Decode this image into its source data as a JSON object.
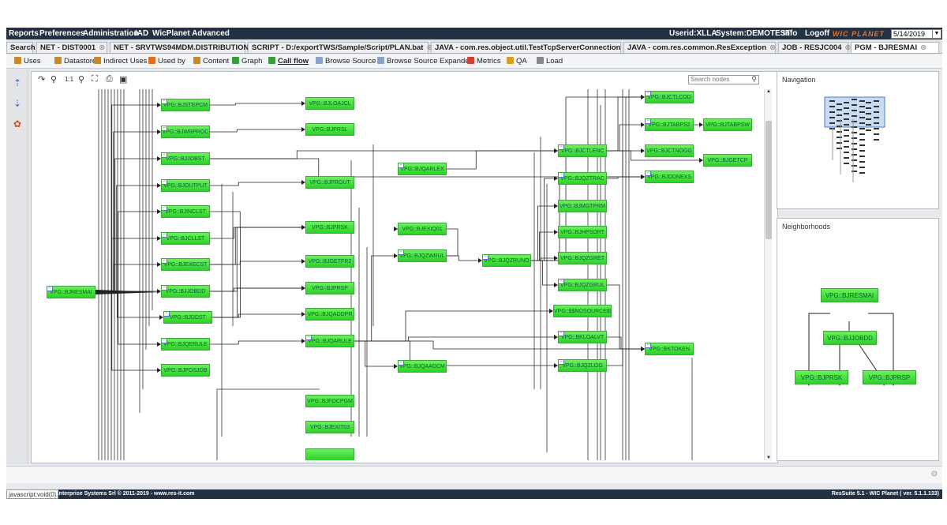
{
  "menu": {
    "reports": "Reports",
    "preferences": "Preferences",
    "administration": "Administration",
    "iad": "IAD",
    "wicplanet_adv": "WicPlanet Advanced",
    "userid": "Userid:XLLA",
    "system": "System:DEMOTEST",
    "info": "Info",
    "logoff": "Logoff",
    "logo": "WIC PLANET",
    "date": "5/14/2019"
  },
  "tabs": [
    {
      "label": "Search",
      "close": false
    },
    {
      "label": "NET - DIST0001",
      "close": true
    },
    {
      "label": "NET - SRVTWS94MDM.DISTRIBUTION",
      "close": true
    },
    {
      "label": "SCRIPT - D:/exportTWS/Sample/Script/PLAN.bat",
      "close": true
    },
    {
      "label": "JAVA - com.res.object.util.TestTcpServerConnection",
      "close": true
    },
    {
      "label": "JAVA - com.res.common.ResException",
      "close": true
    },
    {
      "label": "JOB - RESJC004",
      "close": true
    },
    {
      "label": "PGM - BJRESMAI",
      "close": true
    }
  ],
  "toolbar": [
    {
      "label": "Uses",
      "icon": "uses-icon",
      "color": "#c7882c"
    },
    {
      "label": "Datastore",
      "icon": "datastore-icon",
      "color": "#c7882c"
    },
    {
      "label": "Indirect Uses",
      "icon": "indirect-uses-icon",
      "color": "#c7882c"
    },
    {
      "label": "Used by",
      "icon": "used-by-icon",
      "color": "#e0701e"
    },
    {
      "label": "Content",
      "icon": "content-icon",
      "color": "#c7882c"
    },
    {
      "label": "Graph",
      "icon": "graph-icon",
      "color": "#3c9a3c"
    },
    {
      "label": "Call flow",
      "icon": "call-flow-icon",
      "color": "#3c9a3c"
    },
    {
      "label": "Browse Source",
      "icon": "browse-source-icon",
      "color": "#8aa3c9"
    },
    {
      "label": "Browse Source Expanded",
      "icon": "browse-source-expanded-icon",
      "color": "#8aa3c9"
    },
    {
      "label": "Metrics",
      "icon": "metrics-icon",
      "color": "#d04030"
    },
    {
      "label": "QA",
      "icon": "qa-icon",
      "color": "#d6a020"
    },
    {
      "label": "Load",
      "icon": "load-icon",
      "color": "#888888"
    }
  ],
  "graph": {
    "search_placeholder": "Search nodes",
    "zoom_label": "1:1",
    "nodes": [
      {
        "id": "BJRESMAI",
        "label": "VPG::BJRESMAI"
      },
      {
        "id": "BJSTEPCM",
        "label": "VPG::BJSTEPCM"
      },
      {
        "id": "BJWRPROC",
        "label": "VPG::BJWRPROC"
      },
      {
        "id": "BJJOBST",
        "label": "VPG::BJJOBST"
      },
      {
        "id": "BJOUTPUT",
        "label": "VPG::BJOUTPUT"
      },
      {
        "id": "BJINCLST",
        "label": "VPG::BJINCLST"
      },
      {
        "id": "BJCLLST",
        "label": "VPG::BJCLLST"
      },
      {
        "id": "BJEXECST",
        "label": "VPG::BJEXECST"
      },
      {
        "id": "BJJOBDD",
        "label": "VPG::BJJOBDD"
      },
      {
        "id": "BJDDST",
        "label": "VPG::BJDDST"
      },
      {
        "id": "BJQERULE",
        "label": "VPG::BJQERULE"
      },
      {
        "id": "BJPOSJOB",
        "label": "VPG::BJPOSJOB"
      },
      {
        "id": "BJLOAJCL",
        "label": "VPG::BJLOAJCL"
      },
      {
        "id": "BJPRSL",
        "label": "VPG::BJPRSL"
      },
      {
        "id": "BJPROUT",
        "label": "VPG::BJPROUT"
      },
      {
        "id": "BJPRSK",
        "label": "VPG::BJPRSK"
      },
      {
        "id": "BJGETFR2",
        "label": "VPG::BJGETFR2"
      },
      {
        "id": "BJPRSP",
        "label": "VPG::BJPRSP"
      },
      {
        "id": "BJQADDPR",
        "label": "VPG::BJQADDPR"
      },
      {
        "id": "BJQARULE",
        "label": "VPG::BJQARULE"
      },
      {
        "id": "BJFOCPGM",
        "label": "VPG::BJFOCPGM"
      },
      {
        "id": "BJEXIT03",
        "label": "VPG::BJEXIT03"
      },
      {
        "id": "BJQARLEX",
        "label": "VPG::BJQARLEX"
      },
      {
        "id": "BJEXIQ01",
        "label": "VPG::BJEXIQ01"
      },
      {
        "id": "BJQZWRUL",
        "label": "VPG::BJQZWRUL"
      },
      {
        "id": "BJQAADCM",
        "label": "VPG::BJQAADCM"
      },
      {
        "id": "BJQZRUNO",
        "label": "VPG::BJQZRUNO"
      },
      {
        "id": "BJCTLENC",
        "label": "VPG::BJCTLENC"
      },
      {
        "id": "BJQZTRAC",
        "label": "VPG::BJQZTRAC"
      },
      {
        "id": "BJMGTPRM",
        "label": "VPG::BJMGTPRM"
      },
      {
        "id": "BJHPSORT",
        "label": "VPG::BJHPSORT"
      },
      {
        "id": "BJQZGRET",
        "label": "VPG::BJQZGRET"
      },
      {
        "id": "BJQZGRUL",
        "label": "VPG::BJQZGRUL"
      },
      {
        "id": "NOSOURCE",
        "label": "VPG::$$NOSOURCE$$"
      },
      {
        "id": "BKLOALVT",
        "label": "VPG::BKLOALVT"
      },
      {
        "id": "BJQZLOG",
        "label": "VPG::BJQZLOG"
      },
      {
        "id": "BJCTLCOD",
        "label": "VPG::BJCTLCOD"
      },
      {
        "id": "BJTABPS2",
        "label": "VPG::BJTABPS2"
      },
      {
        "id": "BJCTNOGG",
        "label": "VPG::BJCTNOGG"
      },
      {
        "id": "BJDDNEXS",
        "label": "VPG::BJDDNEXS"
      },
      {
        "id": "BKTOKEN",
        "label": "VPG::BKTOKEN"
      },
      {
        "id": "BJTABPSW",
        "label": "VPG::BJTABPSW"
      },
      {
        "id": "BJGETCP",
        "label": "VPG::BJGETCP"
      }
    ]
  },
  "navigation": {
    "title": "Navigation"
  },
  "neighborhoods": {
    "title": "Neighborhoods",
    "nodes": [
      {
        "id": "n-root",
        "label": "VPG::BJRESMAI"
      },
      {
        "id": "n-mid",
        "label": "VPG::BJJOBDD"
      },
      {
        "id": "n-l",
        "label": "VPG::BJPRSK"
      },
      {
        "id": "n-r",
        "label": "VPG::BJPRSP"
      }
    ]
  },
  "footer": {
    "js": "javascript:void(0)",
    "copyright": "Enterprise Systems Srl © 2011-2019 - www.res-it.com",
    "version": "ResSuite 5.1 - WIC Planet ( ver. 5.1.1.133)"
  }
}
